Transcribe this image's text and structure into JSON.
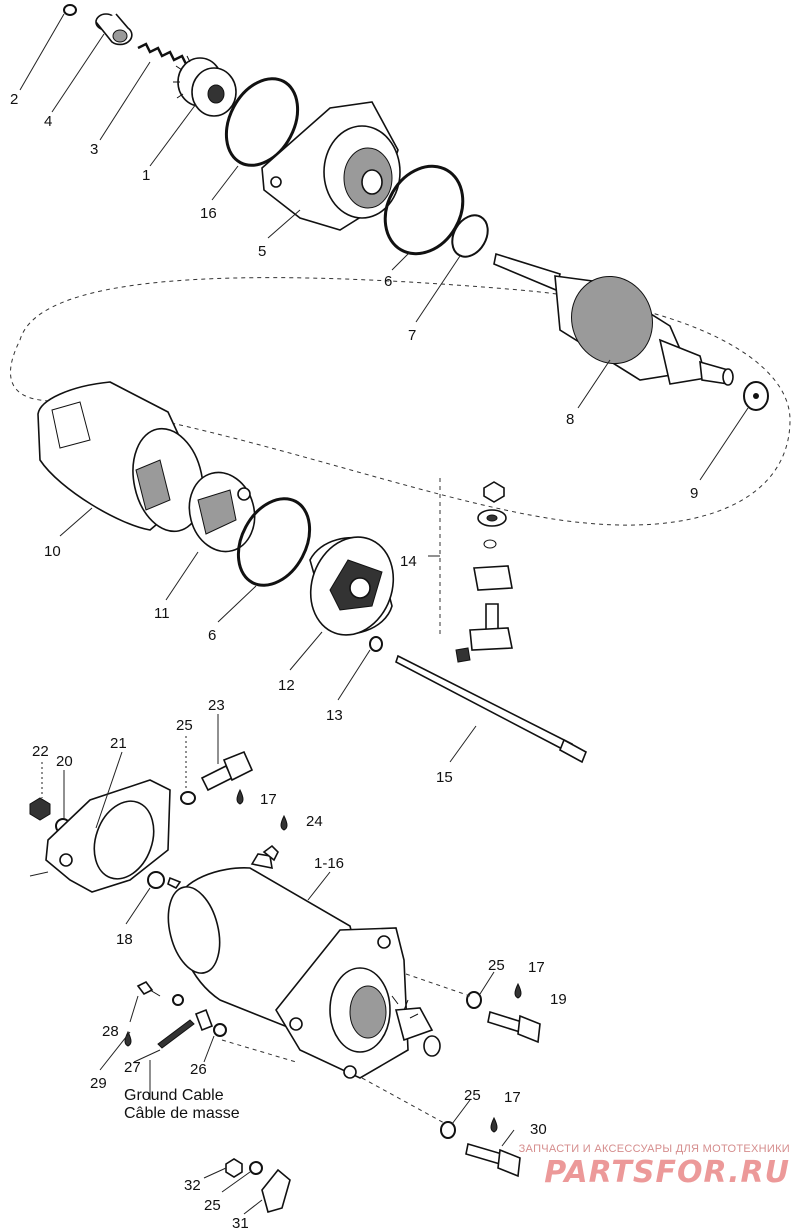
{
  "diagram": {
    "callouts": {
      "c1": "1",
      "c2": "2",
      "c3": "3",
      "c4": "4",
      "c5": "5",
      "c6a": "6",
      "c6b": "6",
      "c7": "7",
      "c8": "8",
      "c9": "9",
      "c10": "10",
      "c11": "11",
      "c12": "12",
      "c13": "13",
      "c14": "14",
      "c15": "15",
      "c16": "16",
      "c17a": "17",
      "c17b": "17",
      "c17c": "17",
      "c18": "18",
      "c19": "19",
      "c20": "20",
      "c21": "21",
      "c22": "22",
      "c23": "23",
      "c24": "24",
      "c25a": "25",
      "c25b": "25",
      "c25c": "25",
      "c25d": "25",
      "c26": "26",
      "c27": "27",
      "c28": "28",
      "c29": "29",
      "c30": "30",
      "c31": "31",
      "c32": "32",
      "c116": "1-16"
    },
    "ground_cable": {
      "en": "Ground Cable",
      "fr": "Câble de masse"
    }
  },
  "watermark": {
    "subtitle": "ЗАПЧАСТИ И АКСЕССУАРЫ ДЛЯ МОТОТЕХНИКИ",
    "brand": "PARTSFOR.RU"
  }
}
